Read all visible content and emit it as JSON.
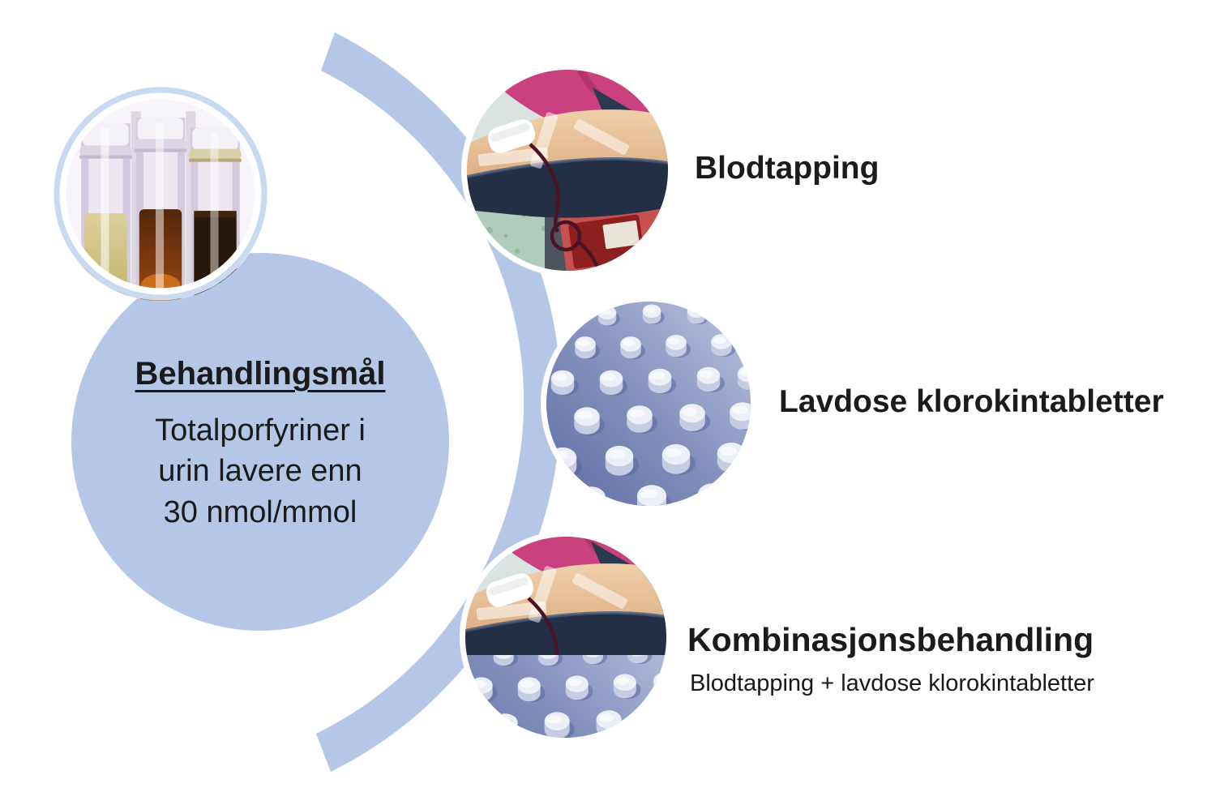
{
  "slide": {
    "background": "#ffffff",
    "accent_blue": "#b4c7e7",
    "text_color": "#1a1a1a"
  },
  "goal": {
    "title": "Behandlingsmål",
    "body": "Totalporfyriner i\nurin lavere enn\n30 nmol/mmol"
  },
  "treatments": [
    {
      "label": "Blodtapping",
      "image": "blood-donation-photo"
    },
    {
      "label": "Lavdose klorokintabletter",
      "image": "chloroquine-tablets-photo"
    },
    {
      "label": "Kombinasjonsbehandling",
      "sublabel": "Blodtapping + lavdose klorokintabletter",
      "image": "combination-photo"
    }
  ],
  "images": {
    "urine_samples": "urine-test-tubes-photo"
  }
}
